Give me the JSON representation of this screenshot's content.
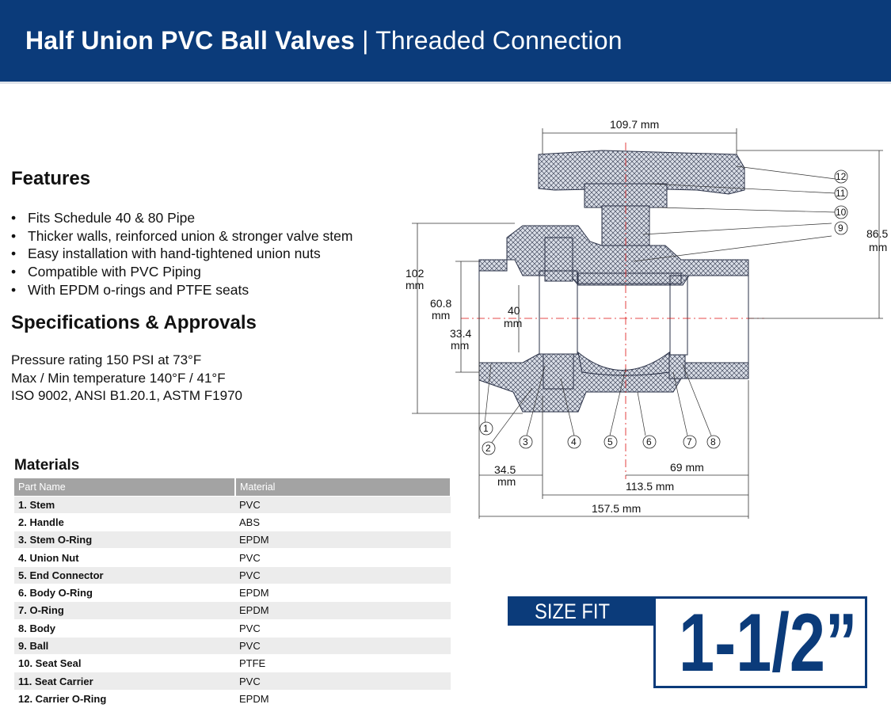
{
  "header": {
    "title_bold": "Half Union PVC Ball Valves",
    "title_separator": " | ",
    "title_rest": "Threaded Connection"
  },
  "features": {
    "heading": "Features",
    "items": [
      "Fits Schedule 40 & 80 Pipe",
      "Thicker walls, reinforced union & stronger valve stem",
      "Easy installation with hand-tightened union nuts",
      "Compatible with PVC Piping",
      "With EPDM o-rings and PTFE seats"
    ]
  },
  "specifications": {
    "heading": "Specifications & Approvals",
    "lines": [
      "Pressure rating 150 PSI at 73°F",
      "Max / Min temperature 140°F / 41°F",
      "ISO 9002, ANSI B1.20.1, ASTM F1970"
    ]
  },
  "materials": {
    "heading": "Materials",
    "columns": [
      "Part Name",
      "Material"
    ],
    "rows": [
      [
        "1. Stem",
        "PVC"
      ],
      [
        "2. Handle",
        "ABS"
      ],
      [
        "3. Stem O-Ring",
        "EPDM"
      ],
      [
        "4. Union Nut",
        "PVC"
      ],
      [
        "5. End Connector",
        "PVC"
      ],
      [
        "6. Body O-Ring",
        "EPDM"
      ],
      [
        "7. O-Ring",
        "EPDM"
      ],
      [
        "8. Body",
        "PVC"
      ],
      [
        "9. Ball",
        "PVC"
      ],
      [
        "10. Seat Seal",
        "PTFE"
      ],
      [
        "11. Seat Carrier",
        "PVC"
      ],
      [
        "12. Carrier O-Ring",
        "EPDM"
      ]
    ]
  },
  "diagram": {
    "dimensions": {
      "handle_width": "109.7 mm",
      "height_above_center": "86.5",
      "height_above_center_unit": "mm",
      "overall_height": "102",
      "overall_height_unit": "mm",
      "end_od": "60.8",
      "end_od_unit": "mm",
      "bore": "40",
      "bore_unit": "mm",
      "pipe_id": "33.4",
      "pipe_id_unit": "mm",
      "socket_depth": "34.5",
      "socket_depth_unit": "mm",
      "half_length": "69 mm",
      "body_length": "113.5 mm",
      "overall_length": "157.5 mm"
    },
    "callouts": [
      "1",
      "2",
      "3",
      "4",
      "5",
      "6",
      "7",
      "8",
      "9",
      "10",
      "11",
      "12"
    ]
  },
  "size_fit": {
    "label": "SIZE FIT",
    "value": "1-1/2”"
  },
  "colors": {
    "brand_blue": "#0b3b7a",
    "table_header_gray": "#a3a3a3",
    "table_stripe": "#ececec"
  }
}
